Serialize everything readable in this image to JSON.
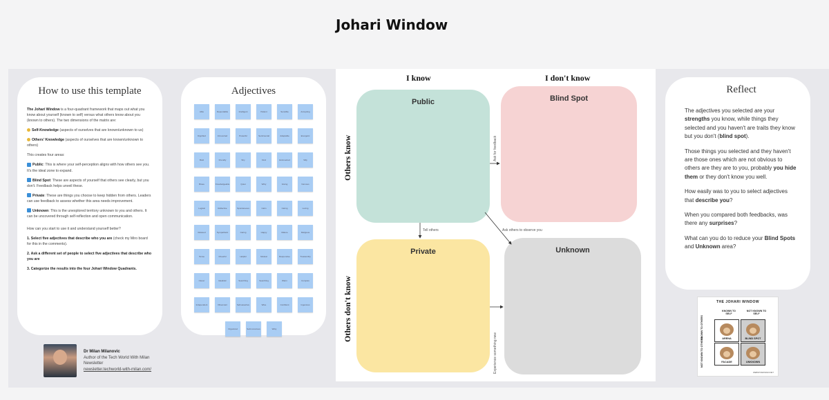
{
  "title": "Johari Window",
  "howto": {
    "title": "How to use this template",
    "intro_bold": "The Johari Window",
    "intro_rest": " is a four-quadrant framework that maps out what you know about yourself (known to self) versus what others know about you (known to others). The two dimensions of the matrix are:",
    "dim1_bold": "Self-Knowledge",
    "dim1_rest": " (aspects of ourselves that are known/unknown to us)",
    "dim2_bold": "Others' Knowledge",
    "dim2_rest": " (aspects of ourselves that are known/unknown to others)",
    "areas_intro": "This creates four areas:",
    "public_bold": "Public",
    "public_rest": ": This is where your self-perception aligns with how others see you. It's the ideal zone to expand.",
    "blind_bold": "Blind Spot",
    "blind_rest": ": These are aspects of yourself that others see clearly, but you don't. Feedback helps unveil these.",
    "private_bold": "Private",
    "private_rest": ": These are things you choose to keep hidden from others. Leaders can use feedback to assess whether this area needs improvement.",
    "unknown_bold": "Unknown",
    "unknown_rest": ": This is the unexplored territory unknown to you and others. It can be uncovered through self-reflection and open communication.",
    "question": "How can you start to use it and understand yourself better?",
    "step1_bold": "1. Select five adjectives that describe who you are",
    "step1_rest": " (check my Miro board for this in the comments).",
    "step2_bold": "2. Ask a different set of people to select five adjectives that describe who you are",
    "step3_bold": "3. Categorize the results into the four Johari Window Quadrants."
  },
  "adjectives": {
    "title": "Adjectives",
    "rows": [
      [
        "Able",
        "Dependable",
        "Intelligent",
        "Patient",
        "Sensible",
        "Accepting"
      ],
      [
        "Dignified",
        "Introverted",
        "Powerful",
        "Sentimental",
        "Adaptable",
        "Energetic"
      ],
      [
        "Bold",
        "Friendly",
        "Shy",
        "Kind",
        "Extroverted",
        "Silly"
      ],
      [
        "Brave",
        "Knowledgeable",
        "Quiet",
        "Witty",
        "Giving",
        "Nervous"
      ],
      [
        "Logical",
        "Reflective",
        "Spontaneous",
        "Calm",
        "Caring",
        "Loving"
      ],
      [
        "Relaxed",
        "Sympathetic",
        "Caring",
        "Happy",
        "Mature",
        "Religious"
      ],
      [
        "Tense",
        "Cheerful",
        "Helpful",
        "Modest",
        "Responsive",
        "Trustworthy"
      ],
      [
        "Clever",
        "Idealistic",
        "Searching",
        "Searching",
        "Warm",
        "Complex"
      ],
      [
        "Independent",
        "Observant",
        "Self-assertive",
        "Wise",
        "Confident",
        "Ingenious"
      ]
    ],
    "last_row": [
      "Organized",
      "Self-conscious",
      "Witty"
    ]
  },
  "author": {
    "name": "Dr Milan Milanovic",
    "line1": "Author of the Tech World With Milan",
    "line2": "Newsletter",
    "link": "newsletter.techworld-with-milan.com/"
  },
  "johari": {
    "col_known": "I know",
    "col_unknown": "I don't know",
    "row_known": "Others know",
    "row_unknown": "Others don't know",
    "q_public": "Public",
    "q_blind": "Blind Spot",
    "q_private": "Private",
    "q_unknown": "Unknown",
    "arrow_feedback": "Ask for feedback",
    "arrow_tell": "Tell others",
    "arrow_observe": "Ask others to observe you",
    "arrow_experience": "Experience something new"
  },
  "reflect": {
    "title": "Reflect",
    "p1_a": "The adjectives you selected are your ",
    "p1_b": "strengths",
    "p1_c": " you know, while things they selected and you haven't are traits they know but you don't (",
    "p1_d": "blind spot",
    "p1_e": ").",
    "p2_a": "Those things you selected and they haven't are those ones which are not obvious to others are they are to you, probably ",
    "p2_b": "you hide them",
    "p2_c": " or they don't know you well.",
    "p3_a": "How easily was to you to select adjectives that ",
    "p3_b": "describe you",
    "p3_c": "?",
    "p4_a": "When you compared both feedbacks, was there any ",
    "p4_b": "surprises",
    "p4_c": "?",
    "p5_a": "What can you do to reduce your ",
    "p5_b": "Blind Spots",
    "p5_c": " and ",
    "p5_d": "Unknown",
    "p5_e": " area?"
  },
  "cartoon": {
    "title": "THE JOHARI WINDOW",
    "col1": "KNOWN TO SELF",
    "col2": "NOT KNOWN TO SELF",
    "row1": "KNOWN TO OTHERS",
    "row2": "NOT KNOWN TO OTHERS",
    "cell1": "ARENA",
    "cell2": "BLIND SPOT",
    "cell3": "FACADE",
    "cell4": "UNKNOWN",
    "url": "WEBSITEWOMAN.NET"
  },
  "colors": {
    "public": "#c4e2d9",
    "blind": "#f6d3d3",
    "private": "#fbe6a2",
    "unknown": "#dcdcdc",
    "sticky": "#a9cdf4"
  }
}
